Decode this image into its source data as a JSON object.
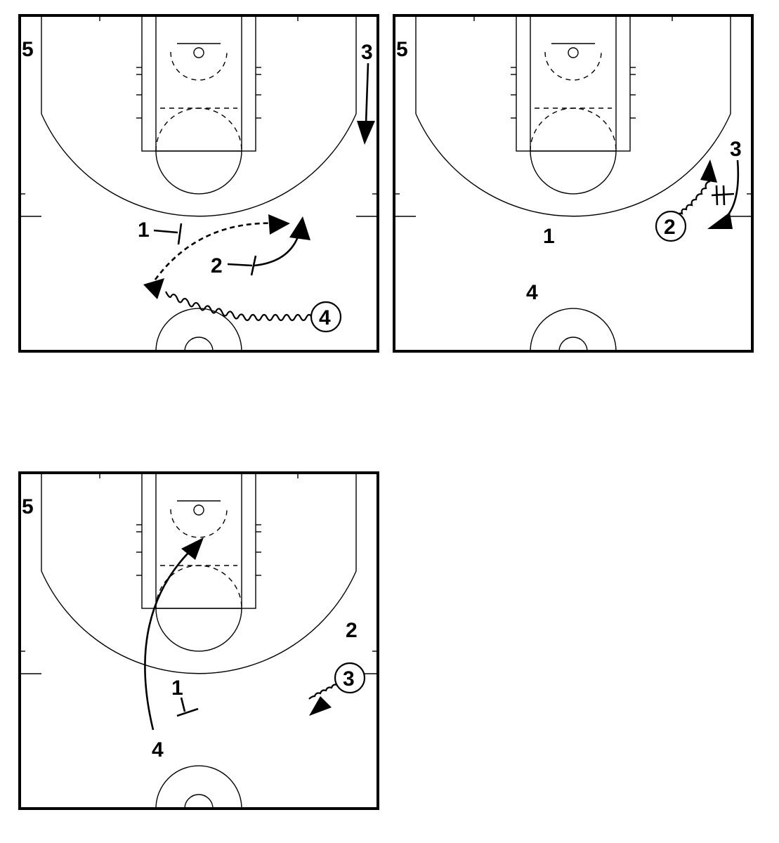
{
  "diagram": {
    "panels": [
      {
        "id": "panel-1",
        "players": [
          {
            "label": "5",
            "has_ball": false
          },
          {
            "label": "3",
            "has_ball": false
          },
          {
            "label": "1",
            "has_ball": false
          },
          {
            "label": "2",
            "has_ball": false
          },
          {
            "label": "4",
            "has_ball": true
          }
        ]
      },
      {
        "id": "panel-2",
        "players": [
          {
            "label": "5",
            "has_ball": false
          },
          {
            "label": "3",
            "has_ball": false
          },
          {
            "label": "2",
            "has_ball": true
          },
          {
            "label": "1",
            "has_ball": false
          },
          {
            "label": "4",
            "has_ball": false
          }
        ]
      },
      {
        "id": "panel-3",
        "players": [
          {
            "label": "5",
            "has_ball": false
          },
          {
            "label": "2",
            "has_ball": false
          },
          {
            "label": "3",
            "has_ball": true
          },
          {
            "label": "1",
            "has_ball": false
          },
          {
            "label": "4",
            "has_ball": false
          }
        ]
      }
    ],
    "colors": {
      "ink": "#000000",
      "background": "#ffffff"
    }
  }
}
